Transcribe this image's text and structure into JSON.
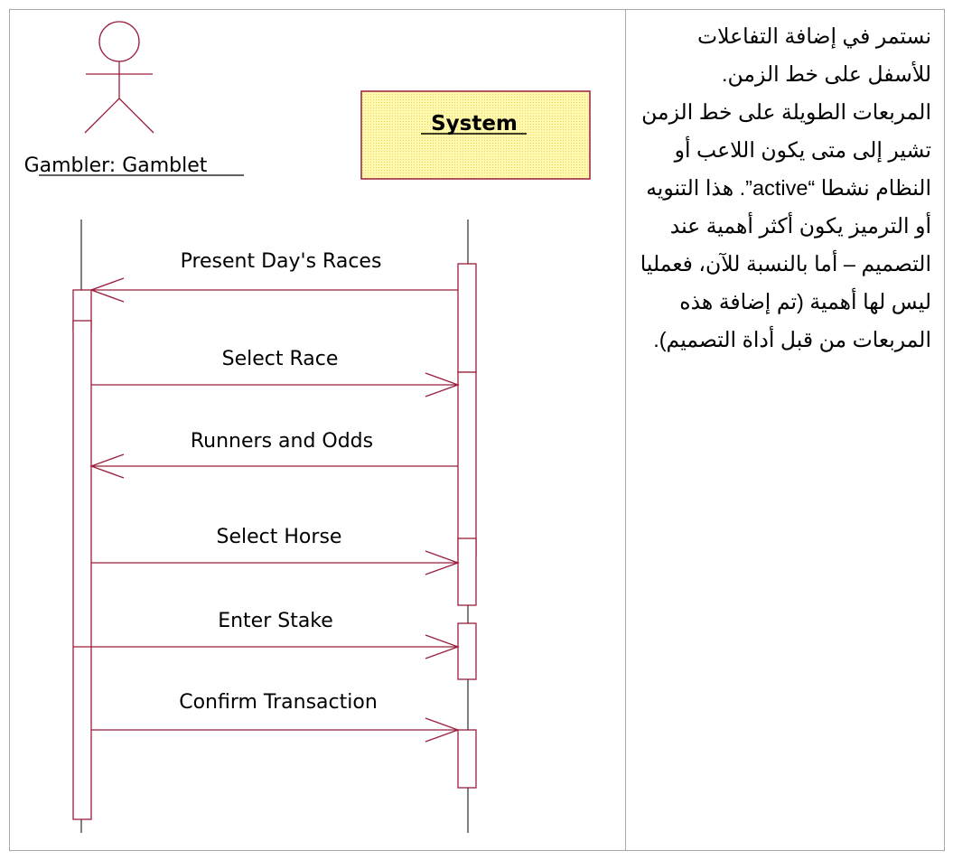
{
  "diagram": {
    "actor_label": "Gambler: Gamblet",
    "system_label": "System",
    "messages": [
      {
        "label": "Present Day's Races",
        "direction": "to-actor"
      },
      {
        "label": "Select Race",
        "direction": "to-system"
      },
      {
        "label": "Runners and Odds",
        "direction": "to-actor"
      },
      {
        "label": "Select Horse",
        "direction": "to-system"
      },
      {
        "label": "Enter Stake",
        "direction": "to-system"
      },
      {
        "label": "Confirm Transaction",
        "direction": "to-system"
      }
    ],
    "colors": {
      "line": "#9a1d3b",
      "system_fill": "#fff9b0",
      "system_border": "#9a1d3b"
    }
  },
  "description": {
    "paragraph1": "نستمر في إضافة التفاعلات للأسفل على خط الزمن.",
    "paragraph2": "المربعات الطويلة على خط الزمن تشير إلى متى يكون اللاعب أو النظام نشطا “active”. هذا التنويه أو الترميز يكون أكثر أهمية عند التصميم – أما بالنسبة للآن، فعمليا ليس لها أهمية (تم إضافة هذه المربعات من قبل أداة التصميم)."
  }
}
